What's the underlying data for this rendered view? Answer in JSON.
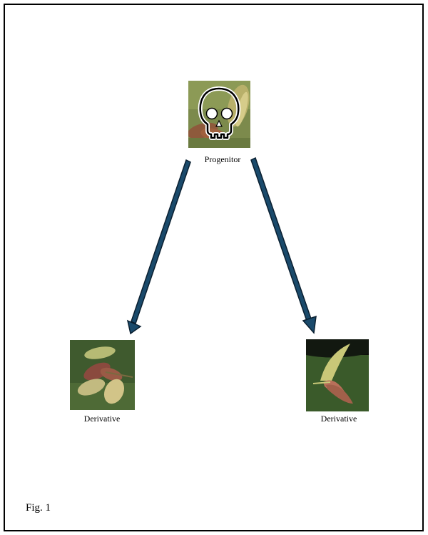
{
  "diagram": {
    "progenitor": {
      "label": "Progenitor",
      "icon": "skull-icon",
      "image": "green-leaves-photo"
    },
    "derivatives": [
      {
        "label": "Derivative",
        "image": "leaves-photo-1"
      },
      {
        "label": "Derivative",
        "image": "leaves-photo-2"
      }
    ],
    "caption": "Fig. 1",
    "colors": {
      "arrow_fill": "#1a4a6b",
      "arrow_outline": "#0a1f30",
      "frame": "#000000"
    }
  }
}
